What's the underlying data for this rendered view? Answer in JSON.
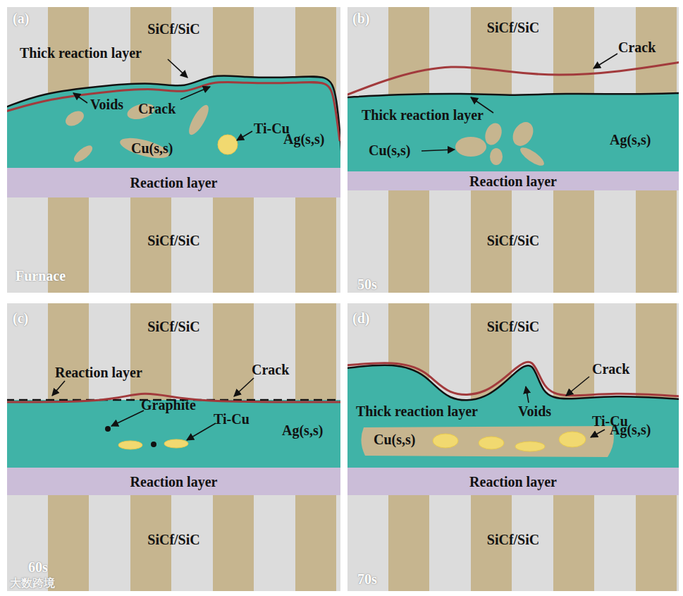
{
  "diagram": {
    "nodes": [
      {
        "text": [
          "SiCf/SiC"
        ]
      },
      {
        "text": [
          "Ag(s,s)"
        ]
      },
      {
        "text": [
          "Reaction layer"
        ]
      },
      {
        "text": [
          "SiCf/SiC"
        ]
      },
      {
        "text": [
          "SiCf/SiC"
        ]
      },
      {
        "text": [
          "Ag(s,s)"
        ]
      },
      {
        "text": [
          "Reaction layer"
        ]
      },
      {
        "text": [
          "SiCf/SiC"
        ]
      },
      {
        "text": [
          "SiCf/SiC"
        ]
      },
      {
        "text": [
          "Ag(s,s)"
        ]
      },
      {
        "text": [
          "Reaction layer"
        ]
      },
      {
        "text": [
          "SiCf/SiC"
        ]
      },
      {
        "text": [
          "SiCf/SiC"
        ]
      },
      {
        "text": [
          "Ag(s,s)"
        ]
      },
      {
        "text": [
          "Reaction layer"
        ]
      },
      {
        "text": [
          "SiCf/SiC"
        ]
      }
    ],
    "edges": [],
    "labels": [
      "(a)",
      "Thick reaction layer",
      "Voids",
      "Crack",
      "Ti-Cu",
      "Cu(s,s)",
      "Furnace",
      "(b)",
      "Crack",
      "Thick reaction layer",
      "Cu(s,s)",
      "50s",
      "(c)",
      "Reaction layer",
      "Crack",
      "Graphite",
      "Ti-Cu",
      "60s",
      "(d)",
      "Crack",
      "Thick reaction layer",
      "Voids",
      "Ti-Cu",
      "Cu(s,s)",
      "70s",
      "大数跨境"
    ]
  }
}
